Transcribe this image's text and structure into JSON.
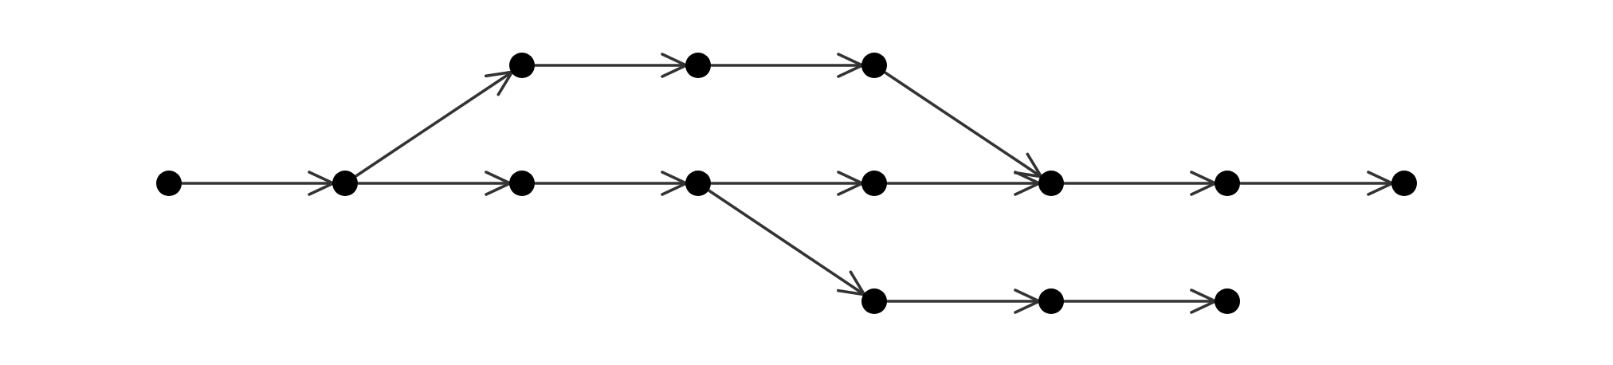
{
  "diagram": {
    "type": "directed-graph",
    "colors": {
      "edge": "#333333",
      "node": "#000000",
      "background": "#ffffff"
    },
    "nodes": [
      {
        "id": "n0"
      },
      {
        "id": "n1"
      },
      {
        "id": "n2"
      },
      {
        "id": "n3"
      },
      {
        "id": "n4"
      },
      {
        "id": "n5"
      },
      {
        "id": "n6"
      },
      {
        "id": "n7"
      },
      {
        "id": "n8"
      },
      {
        "id": "n9"
      },
      {
        "id": "n10"
      },
      {
        "id": "n11"
      },
      {
        "id": "n12"
      },
      {
        "id": "n13"
      },
      {
        "id": "n14"
      },
      {
        "id": "n15"
      }
    ],
    "edges": [
      {
        "from": "n0",
        "to": "n1"
      },
      {
        "from": "n1",
        "to": "n2"
      },
      {
        "from": "n1",
        "to": "n3"
      },
      {
        "from": "n2",
        "to": "n4"
      },
      {
        "from": "n4",
        "to": "n5"
      },
      {
        "from": "n3",
        "to": "n6"
      },
      {
        "from": "n6",
        "to": "n7"
      },
      {
        "from": "n6",
        "to": "n8"
      },
      {
        "from": "n5",
        "to": "n9"
      },
      {
        "from": "n7",
        "to": "n9"
      },
      {
        "from": "n9",
        "to": "n10"
      },
      {
        "from": "n10",
        "to": "n11"
      },
      {
        "from": "n8",
        "to": "n12"
      },
      {
        "from": "n12",
        "to": "n13"
      }
    ]
  }
}
